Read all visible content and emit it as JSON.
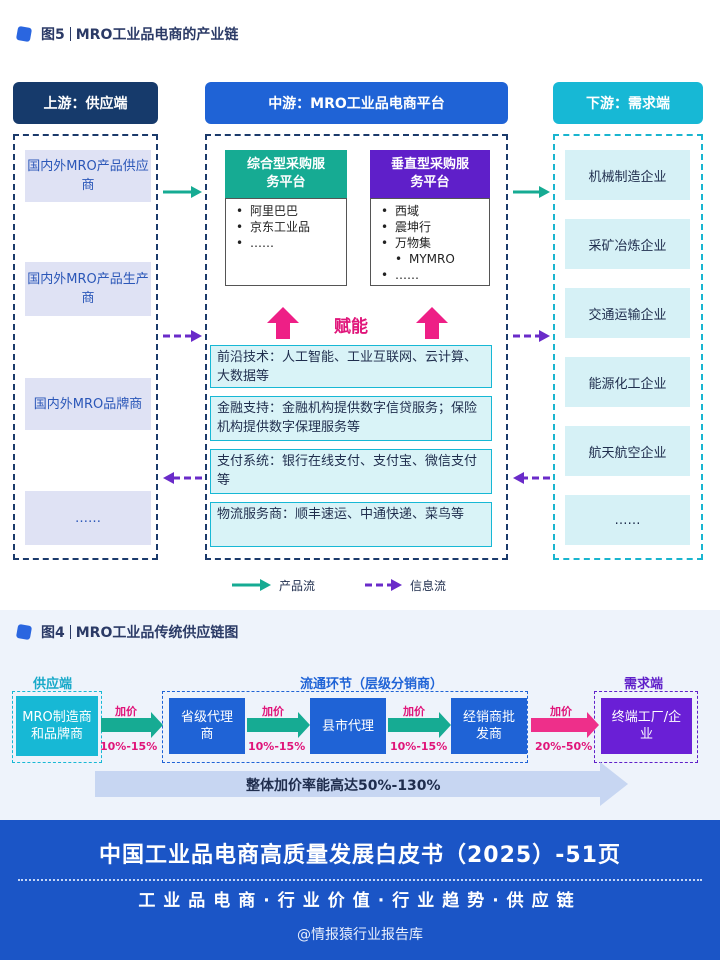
{
  "fig5": {
    "title": "图5",
    "subtitle": "MRO工业品电商的产业链",
    "upstream": {
      "header": "上游：供应端",
      "items": [
        "国内外MRO产品供应商",
        "国内外MRO产品生产商",
        "国内外MRO品牌商",
        "……"
      ]
    },
    "midstream": {
      "header": "中游：MRO工业品电商平台",
      "platform_a": {
        "title": "综合型采购服务平台",
        "items": [
          "阿里巴巴",
          "京东工业品",
          "……"
        ]
      },
      "platform_b": {
        "title": "垂直型采购服务平台",
        "items": [
          "西域",
          "震坤行",
          "万物集",
          "MYMRO",
          "……"
        ]
      },
      "empower": "赋能",
      "enablers": [
        "前沿技术：人工智能、工业互联网、云计算、大数据等",
        "金融支持：金融机构提供数字信贷服务；保险机构提供数字保理服务等",
        "支付系统：银行在线支付、支付宝、微信支付等",
        "物流服务商：顺丰速运、中通快递、菜鸟等"
      ]
    },
    "downstream": {
      "header": "下游：需求端",
      "items": [
        "机械制造企业",
        "采矿冶炼企业",
        "交通运输企业",
        "能源化工企业",
        "航天航空企业",
        "……"
      ]
    },
    "legend": {
      "product_flow": "产品流",
      "info_flow": "信息流"
    }
  },
  "fig4": {
    "title": "图4",
    "subtitle": "MRO工业品传统供应链图",
    "supply_label": "供应端",
    "channel_label": "流通环节（层级分销商）",
    "demand_label": "需求端",
    "nodes": [
      "MRO制造商和品牌商",
      "省级代理商",
      "县市代理",
      "经销商批发商",
      "终端工厂/企业"
    ],
    "markup_label": "加价",
    "markups": [
      "10%-15%",
      "10%-15%",
      "10%-15%",
      "20%-50%"
    ],
    "total": "整体加价率能高达50%-130%"
  },
  "footer": {
    "title": "中国工业品电商高质量发展白皮书（2025）-51页",
    "tags": "工业品电商·行业价值·行业趋势·供应链",
    "handle": "@情报猿行业报告库"
  },
  "colors": {
    "navy": "#163a6b",
    "blue": "#1f63d6",
    "cyan": "#17b8d5",
    "green": "#16ab93",
    "purple": "#5f1fc9",
    "pink": "#e0157a"
  }
}
